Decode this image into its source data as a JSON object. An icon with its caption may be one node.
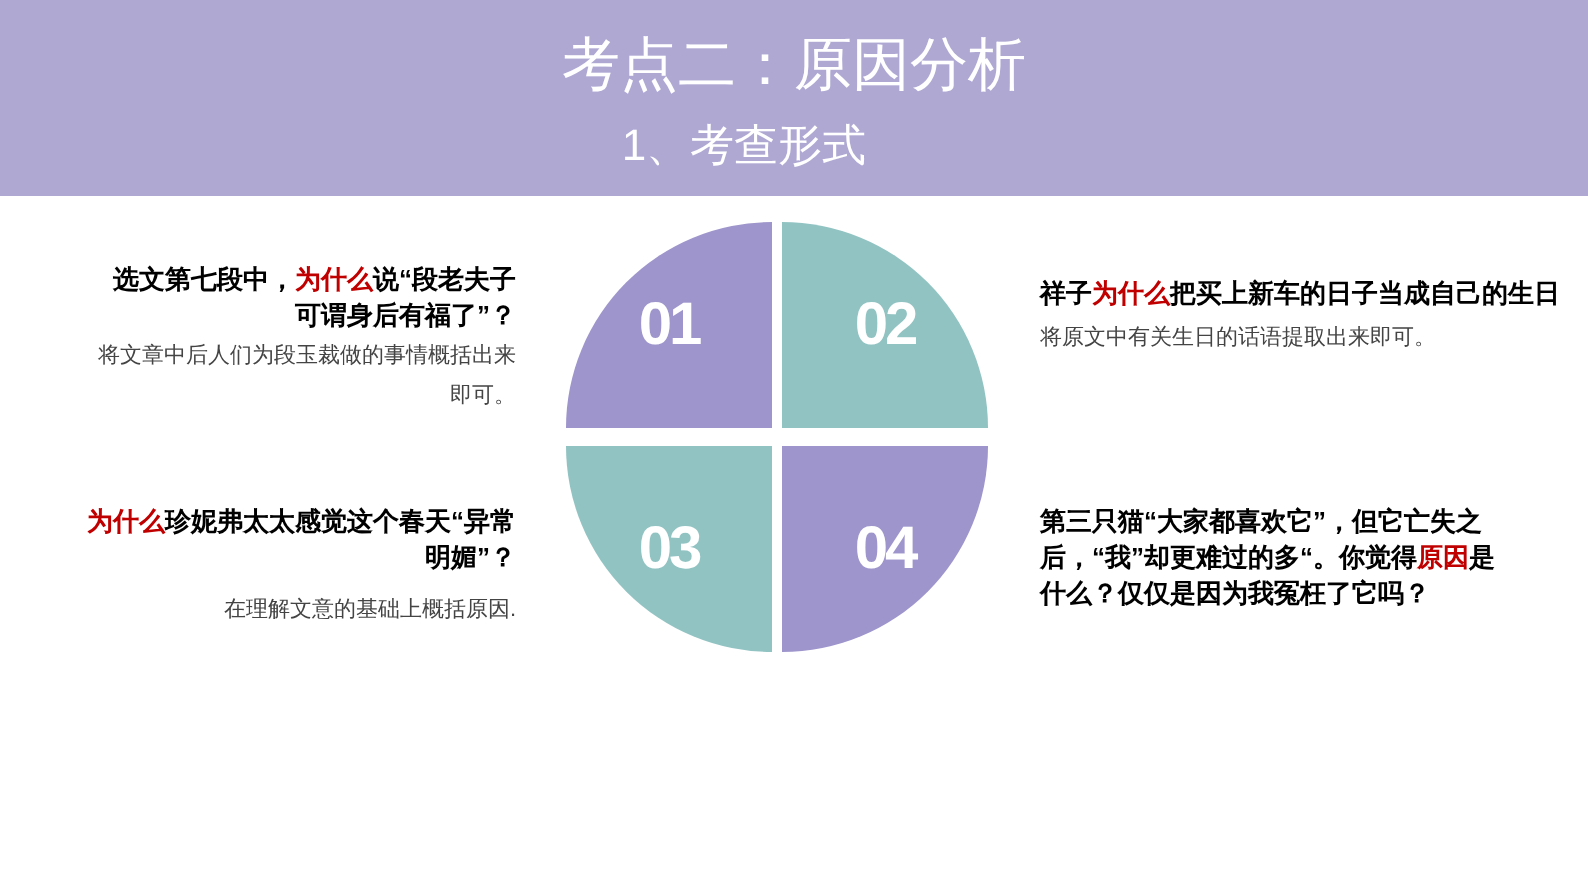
{
  "diagram": {
    "title": "考点二：原因分析",
    "nodes": [
      {
        "text": [
          "01"
        ]
      },
      {
        "text": [
          "02"
        ]
      },
      {
        "text": [
          "03"
        ]
      },
      {
        "text": [
          "04"
        ]
      }
    ],
    "edges": [],
    "labels": [
      "1、考查形式",
      "选文第七段中，**为什么**说“段老夫子可谓身后有福了”？",
      "将文章中后人们为段玉裁做的事情概括出来即可。",
      "祥子**为什么**把买上新车的日子当成自己的生日",
      "将原文中有关生日的话语提取出来即可。",
      "**为什么**珍妮弗太太感觉这个春天“异常明媚”？",
      "在理解文意的基础上概括原因.",
      "第三只猫“大家都喜欢它”，但它亡失之后，“我”却更难过的多“。你觉得**原因**是什么？仅仅是因为我冤枉了它吗？"
    ]
  }
}
